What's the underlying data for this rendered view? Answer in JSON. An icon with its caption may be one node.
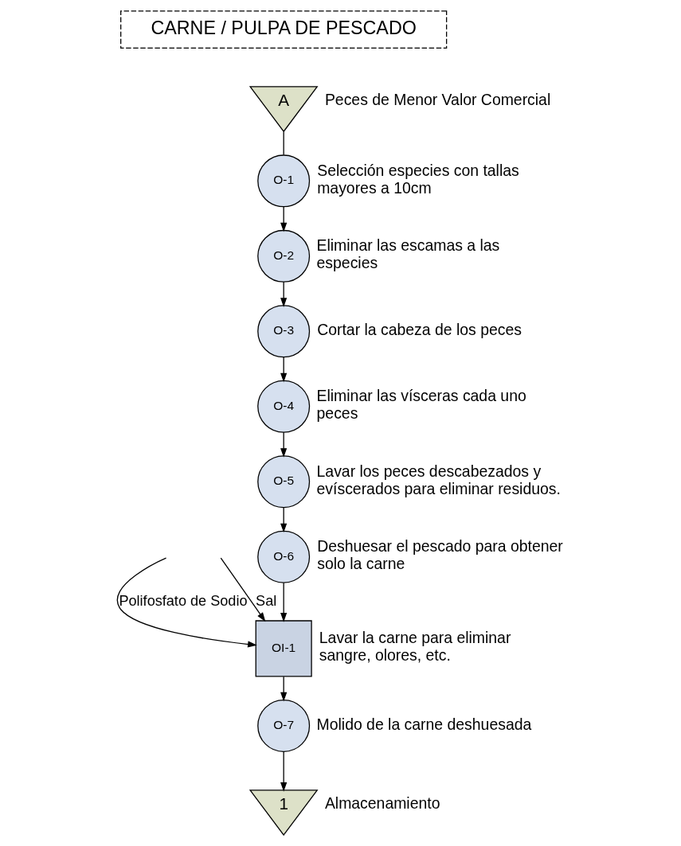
{
  "diagram": {
    "nodes": [
      {
        "text": [
          "CARNE / PULPA DE PESCADO"
        ]
      },
      {
        "text": [
          "A"
        ],
        "beside": [
          "Peces de Menor Valor Comercial"
        ]
      },
      {
        "text": [
          "O-1"
        ],
        "beside": [
          "Selección especies con tallas mayores a 10cm"
        ]
      },
      {
        "text": [
          "O-2"
        ],
        "beside": [
          "Eliminar las escamas a las especies"
        ]
      },
      {
        "text": [
          "O-3"
        ],
        "beside": [
          "Cortar la cabeza de los peces"
        ]
      },
      {
        "text": [
          "O-4"
        ],
        "beside": [
          "Eliminar las vísceras cada uno peces"
        ]
      },
      {
        "text": [
          "O-5"
        ],
        "beside": [
          "Lavar los peces descabezados y evíscerados para eliminar residuos."
        ]
      },
      {
        "text": [
          "O-6"
        ],
        "beside": [
          "Deshuesar el pescado para obtener solo la carne"
        ]
      },
      {
        "text": [
          "OI-1"
        ],
        "beside": [
          "Lavar la carne para eliminar sangre, olores, etc."
        ]
      },
      {
        "text": [
          "O-7"
        ],
        "beside": [
          "Molido de la carne deshuesada"
        ]
      },
      {
        "text": [
          "1"
        ],
        "beside": [
          "Almacenamiento"
        ]
      }
    ],
    "edges": [
      {
        "from": 1,
        "to": 2,
        "arrow": "none"
      },
      {
        "from": 2,
        "to": 3,
        "arrow": "to"
      },
      {
        "from": 3,
        "to": 4,
        "arrow": "to"
      },
      {
        "from": 4,
        "to": 5,
        "arrow": "to"
      },
      {
        "from": 5,
        "to": 6,
        "arrow": "to"
      },
      {
        "from": 6,
        "to": 7,
        "arrow": "to"
      },
      {
        "from": 7,
        "to": 8,
        "arrow": "to"
      },
      {
        "from": null,
        "to": 8,
        "arrow": "to",
        "label": "Polifosfato de Sodio"
      },
      {
        "from": null,
        "to": 8,
        "arrow": "to",
        "label": "Sal"
      },
      {
        "from": 8,
        "to": 9,
        "arrow": "to"
      },
      {
        "from": 9,
        "to": 10,
        "arrow": "to"
      }
    ]
  }
}
